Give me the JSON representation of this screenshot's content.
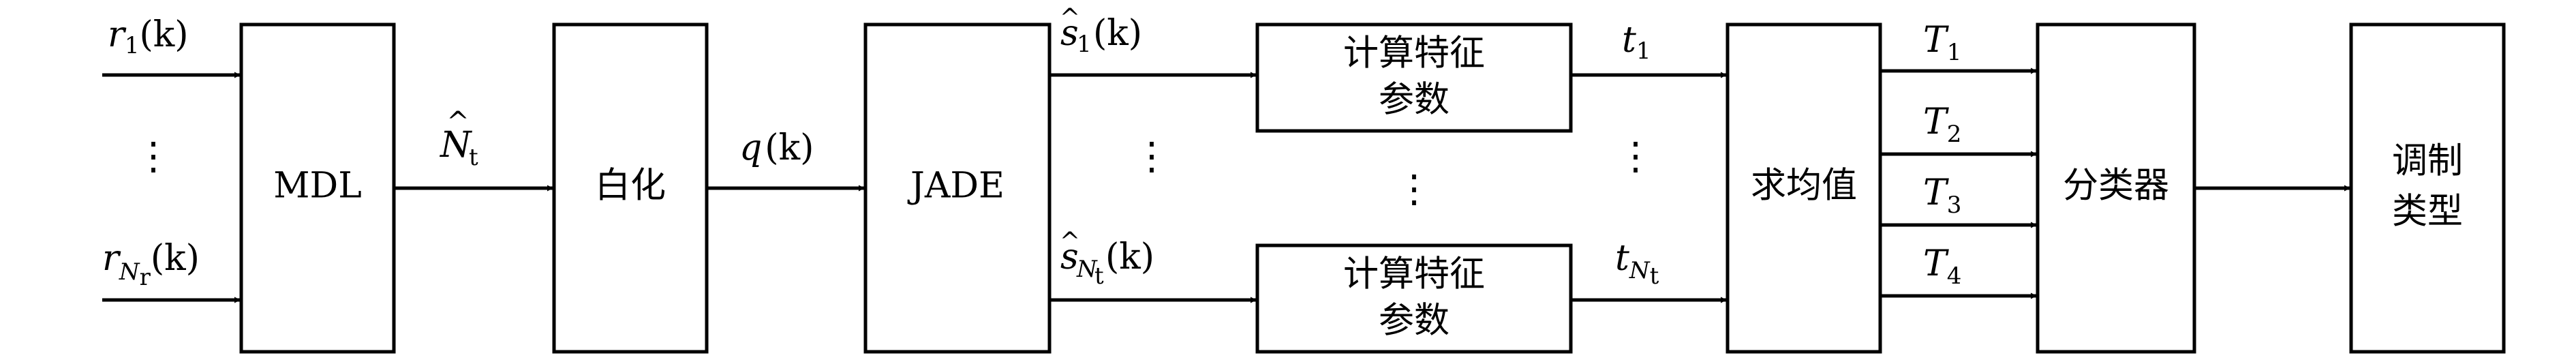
{
  "blocks": {
    "mdl": "MDL",
    "whiten": "白化",
    "jade": "JADE",
    "feat1_line1": "计算特征",
    "feat1_line2": "参数",
    "feat2_line1": "计算特征",
    "feat2_line2": "参数",
    "average": "求均值",
    "classifier": "分类器",
    "mod_line1": "调制",
    "mod_line2": "类型"
  },
  "signals": {
    "r1": {
      "base": "r",
      "sub": "1",
      "arg": "(k)"
    },
    "rN": {
      "base": "r",
      "sub": "N",
      "subsub": "r",
      "arg": "(k)"
    },
    "Nt": {
      "base": "N",
      "hat": "^",
      "sub": "t"
    },
    "q": {
      "base": "q",
      "arg": "(k)"
    },
    "s1": {
      "base": "s",
      "hat": "^",
      "sub": "1",
      "arg": "(k)"
    },
    "sN": {
      "base": "s",
      "hat": "^",
      "sub": "N",
      "subsub": "t",
      "arg": "(k)"
    },
    "t1": {
      "base": "t",
      "sub": "1"
    },
    "tN": {
      "base": "t",
      "sub": "N",
      "subsub": "t"
    },
    "T1": {
      "base": "T",
      "sub": "1"
    },
    "T2": {
      "base": "T",
      "sub": "2"
    },
    "T3": {
      "base": "T",
      "sub": "3"
    },
    "T4": {
      "base": "T",
      "sub": "4"
    }
  },
  "ellipsis": "⋮"
}
